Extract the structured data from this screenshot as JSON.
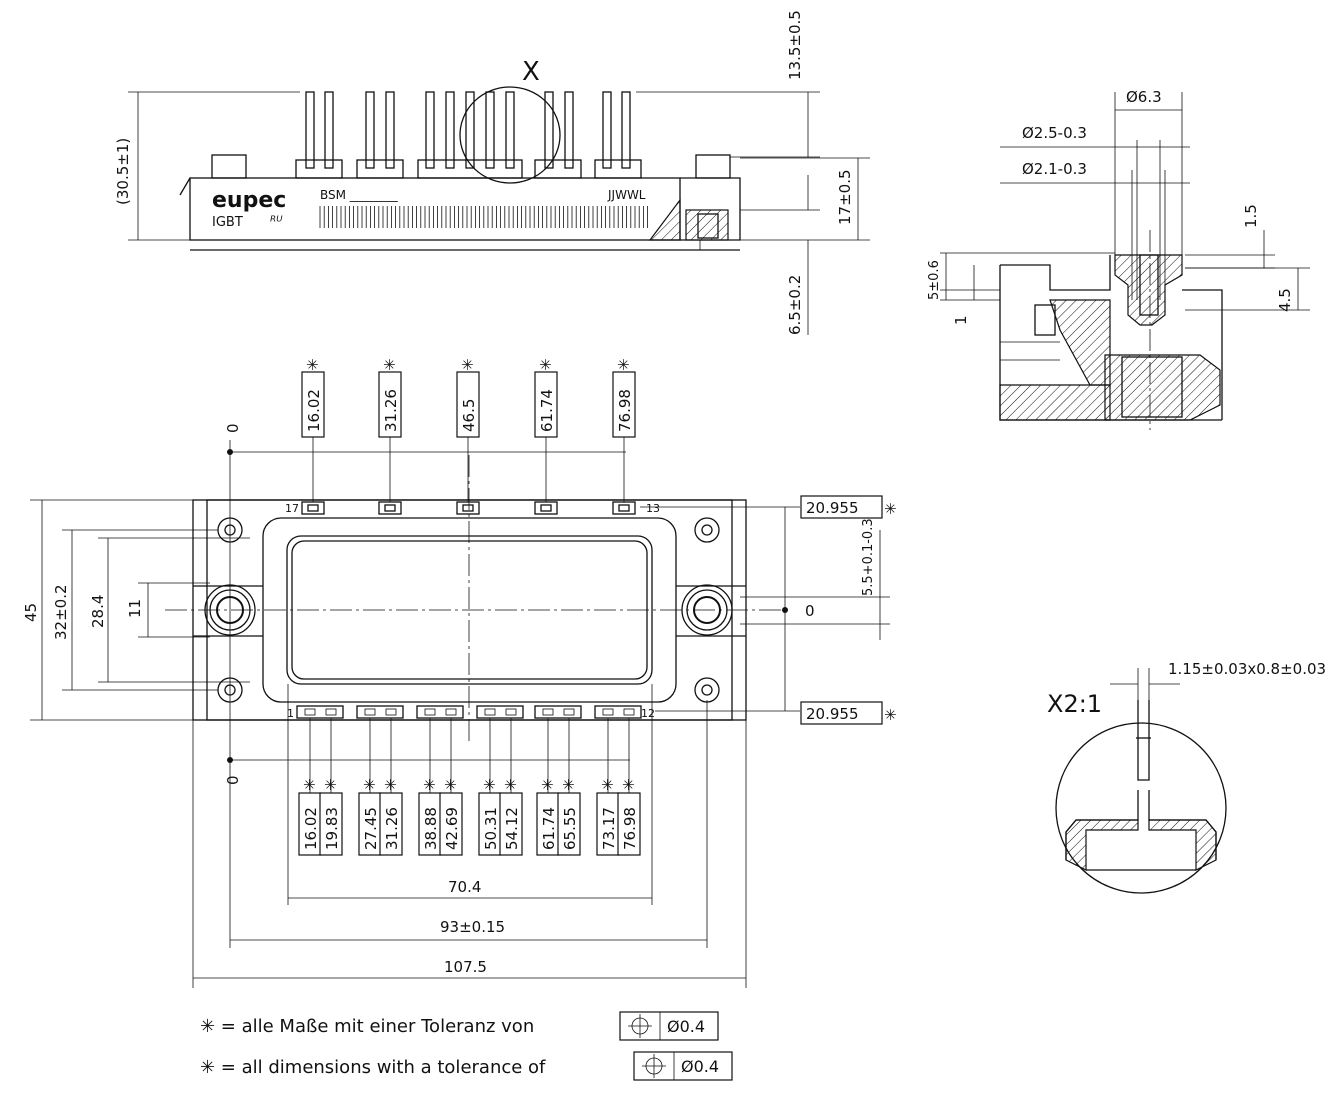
{
  "side_view": {
    "detail_marker": "X",
    "logo": "eupec",
    "logo_sub": "IGBT",
    "part_prefix": "BSM ________",
    "date_code": "JJWWL",
    "dim_height_overall": "(30.5±1)",
    "dim_pin_height": "13.5±0.5",
    "dim_body": "17±0.5",
    "dim_base": "6.5±0.2"
  },
  "section_view": {
    "dim_d63": "Ø6.3",
    "dim_d25": "Ø2.5-0.3",
    "dim_d21": "Ø2.1-0.3",
    "dim_15": "1.5",
    "dim_45": "4.5",
    "dim_5": "5±0.6",
    "dim_1": "1"
  },
  "top_view": {
    "zero": "0",
    "star": "✳",
    "top_pins": [
      "16.02",
      "31.26",
      "46.5",
      "61.74",
      "76.98"
    ],
    "bottom_pins": [
      "16.02",
      "19.83",
      "27.45",
      "31.26",
      "38.88",
      "42.69",
      "50.31",
      "54.12",
      "61.74",
      "65.55",
      "73.17",
      "76.98"
    ],
    "pin_label_17": "17",
    "pin_label_13": "13",
    "pin_label_1": "1",
    "pin_label_12": "12",
    "row_y_top": "20.955",
    "row_y_bottom": "20.955",
    "dim_55": "5.5+0.1-0.3",
    "dim_45": "45",
    "dim_32": "32±0.2",
    "dim_284": "28.4",
    "dim_11": "11",
    "dim_704": "70.4",
    "dim_93": "93±0.15",
    "dim_1075": "107.5"
  },
  "detail_view": {
    "scale": "X2:1",
    "dim_pin": "1.15±0.03x0.8±0.03"
  },
  "notes": {
    "german": "✳ = alle Maße mit einer Toleranz von",
    "english": "✳ = all dimensions with a tolerance of",
    "tolerance": "Ø0.4"
  }
}
